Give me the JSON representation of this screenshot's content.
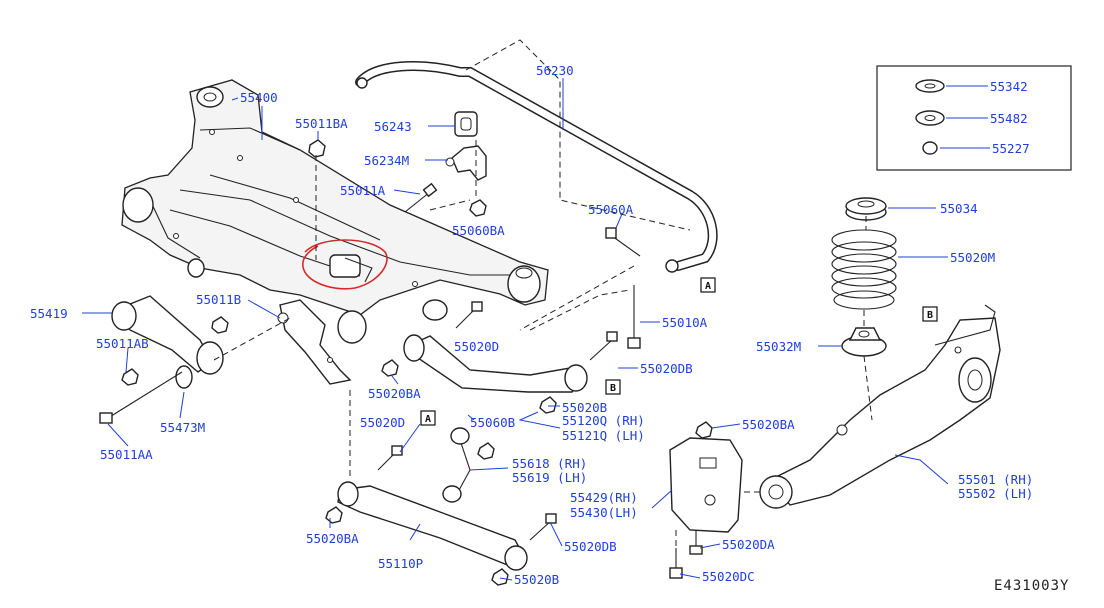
{
  "diagram": {
    "drawing_code": "E431003Y",
    "callouts": {
      "p55400": "55400",
      "p56230": "56230",
      "p55342": "55342",
      "p55482": "55482",
      "p55227": "55227",
      "p55011BA": "55011BA",
      "p56243": "56243",
      "p56234M": "56234M",
      "p55011A": "55011A",
      "p55060BA": "55060BA",
      "p55060A": "55060A",
      "p55034": "55034",
      "p55020M": "55020M",
      "p55419": "55419",
      "p55011B": "55011B",
      "p55010A": "55010A",
      "p55011AB": "55011AB",
      "p55020D_upper": "55020D",
      "p55032M": "55032M",
      "p55020DB_upper": "55020DB",
      "p55020BA_upper": "55020BA",
      "p55473M": "55473M",
      "p55020B_upper": "55020B",
      "p55120Q": "55120Q (RH)",
      "p55121Q": "55121Q (LH)",
      "p55011AA": "55011AA",
      "p55020D_lower": "55020D",
      "p55060B": "55060B",
      "p55020BA_right": "55020BA",
      "p55618": "55618 (RH)",
      "p55619": "55619 (LH)",
      "p55501": "55501 (RH)",
      "p55502": "55502 (LH)",
      "p55429": "55429(RH)",
      "p55430": "55430(LH)",
      "p55020BA_lower": "55020BA",
      "p55020DB_lower": "55020DB",
      "p55020DA": "55020DA",
      "p55110P": "55110P",
      "p55020DC": "55020DC",
      "p55020B_lower": "55020B"
    },
    "reference_markers": {
      "a1": "A",
      "a2": "A",
      "b1": "B",
      "b2": "B"
    },
    "highlight": {
      "color": "#d42a2a",
      "shape": "freehand-ellipse"
    },
    "colors": {
      "label": "#1f3fd6",
      "line": "#222222"
    }
  }
}
